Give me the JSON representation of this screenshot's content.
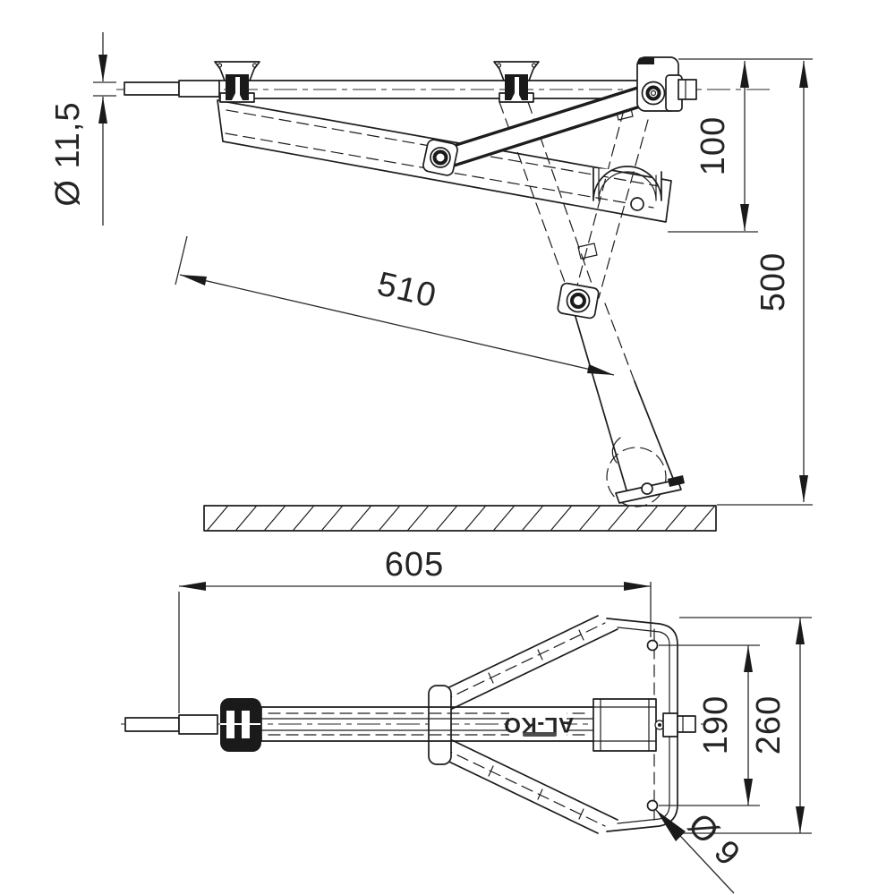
{
  "drawing": {
    "brand": "AL-KO",
    "dims": {
      "shaft_diameter": "Ø 11,5",
      "link_height": "100",
      "overall_height": "500",
      "tube_length": "510",
      "overall_length": "605",
      "hole_spacing": "190",
      "base_depth": "260",
      "hole_diameter": "Ø 9"
    },
    "colors": {
      "line": "#1d1d1d",
      "background": "#ffffff"
    }
  }
}
